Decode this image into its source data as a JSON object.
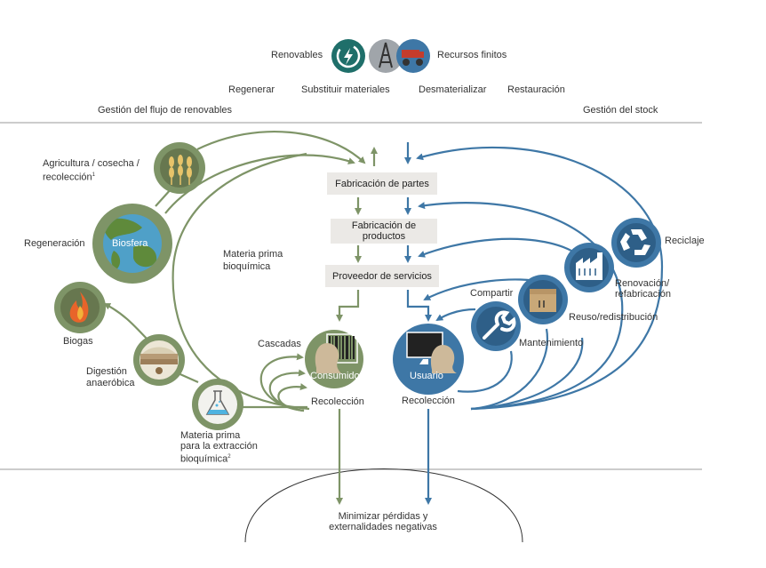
{
  "header": {
    "renewables": "Renovables",
    "finite": "Recursos finitos",
    "regenerate": "Regenerar",
    "substitute": "Substituir materiales",
    "dematerialize": "Desmaterializar",
    "restore": "Restauración",
    "renewable_flow": "Gestión del flujo de renovables",
    "stock": "Gestión del stock"
  },
  "boxes": {
    "parts": "Fabricación de partes",
    "products_1": "Fabricación de",
    "products_2": "productos",
    "service": "Proveedor de servicios"
  },
  "bio": {
    "farming_1": "Agricultura / cosecha /",
    "farming_2": "recolección",
    "farming_sup": "1",
    "regeneration": "Regeneración",
    "biosphere": "Biosfera",
    "biogas": "Biogas",
    "digestion_1": "Digestión",
    "digestion_2": "anaeróbica",
    "feedstock_1": "Materia prima",
    "feedstock_2": "para la extracción",
    "feedstock_3": "bioquímica",
    "feedstock_sup": "2",
    "biochem_1": "Materia prima",
    "biochem_2": "bioquímica",
    "cascades": "Cascadas",
    "consumer": "Consumidor",
    "collection": "Recolección"
  },
  "tech": {
    "recycle": "Reciclaje",
    "refurbish_1": "Renovación/",
    "refurbish_2": "refabricación",
    "reuse": "Reuso/redistribución",
    "share": "Compartir",
    "maintain": "Mantenimiento",
    "user": "Usuario",
    "collection": "Recolección"
  },
  "footer": {
    "line1": "Minimizar pérdidas y",
    "line2": "externalidades negativas"
  },
  "colors": {
    "green": "#7e9467",
    "green_dark": "#67774f",
    "blue": "#3e77a6",
    "blue_dark": "#2e5f88",
    "teal": "#1f6f6a",
    "box": "#ebe9e6"
  }
}
